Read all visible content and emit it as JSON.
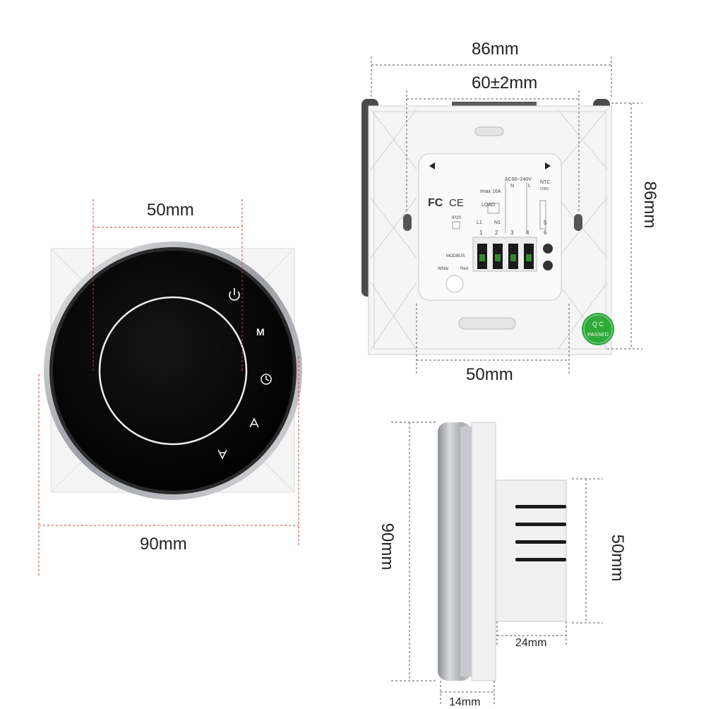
{
  "front_view": {
    "inner_dim": "50mm",
    "outer_dim": "90mm",
    "buttons": [
      "power-icon",
      "mode-icon",
      "clock-icon",
      "up-icon",
      "down-icon"
    ],
    "mode_glyph": "M"
  },
  "back_view": {
    "width_dim": "86mm",
    "mount_dim": "60±2mm",
    "height_dim": "86mm",
    "box_dim": "50mm",
    "label": {
      "fc": "FC",
      "ce": "CE",
      "voltage": "AC95~240V",
      "imax": "Imax 16A",
      "load": "LOAD",
      "ntc": "NTC",
      "ntc_sub": "(10K)",
      "n": "N",
      "l": "L",
      "l1": "L1",
      "n1": "N1",
      "terminals": [
        "1",
        "2",
        "3",
        "4"
      ],
      "extra_terminals": [
        "5",
        "6"
      ],
      "ip": "IP20",
      "modbus": "MODBUS",
      "white": "White",
      "red": "Red"
    },
    "passed_sticker": {
      "qc": "Q C",
      "text": "PASSED"
    }
  },
  "side_view": {
    "height_dim": "90mm",
    "box_height_dim": "50mm",
    "box_depth_dim": "24mm",
    "front_depth_dim": "14mm"
  },
  "colors": {
    "dimension_line": "#d23a3a",
    "guide_line": "#555555",
    "panel_black": "#050505",
    "plate_white": "#f3f3f3",
    "bezel_silver": "#b9bcc0",
    "sticker_green": "#2faa3a"
  }
}
